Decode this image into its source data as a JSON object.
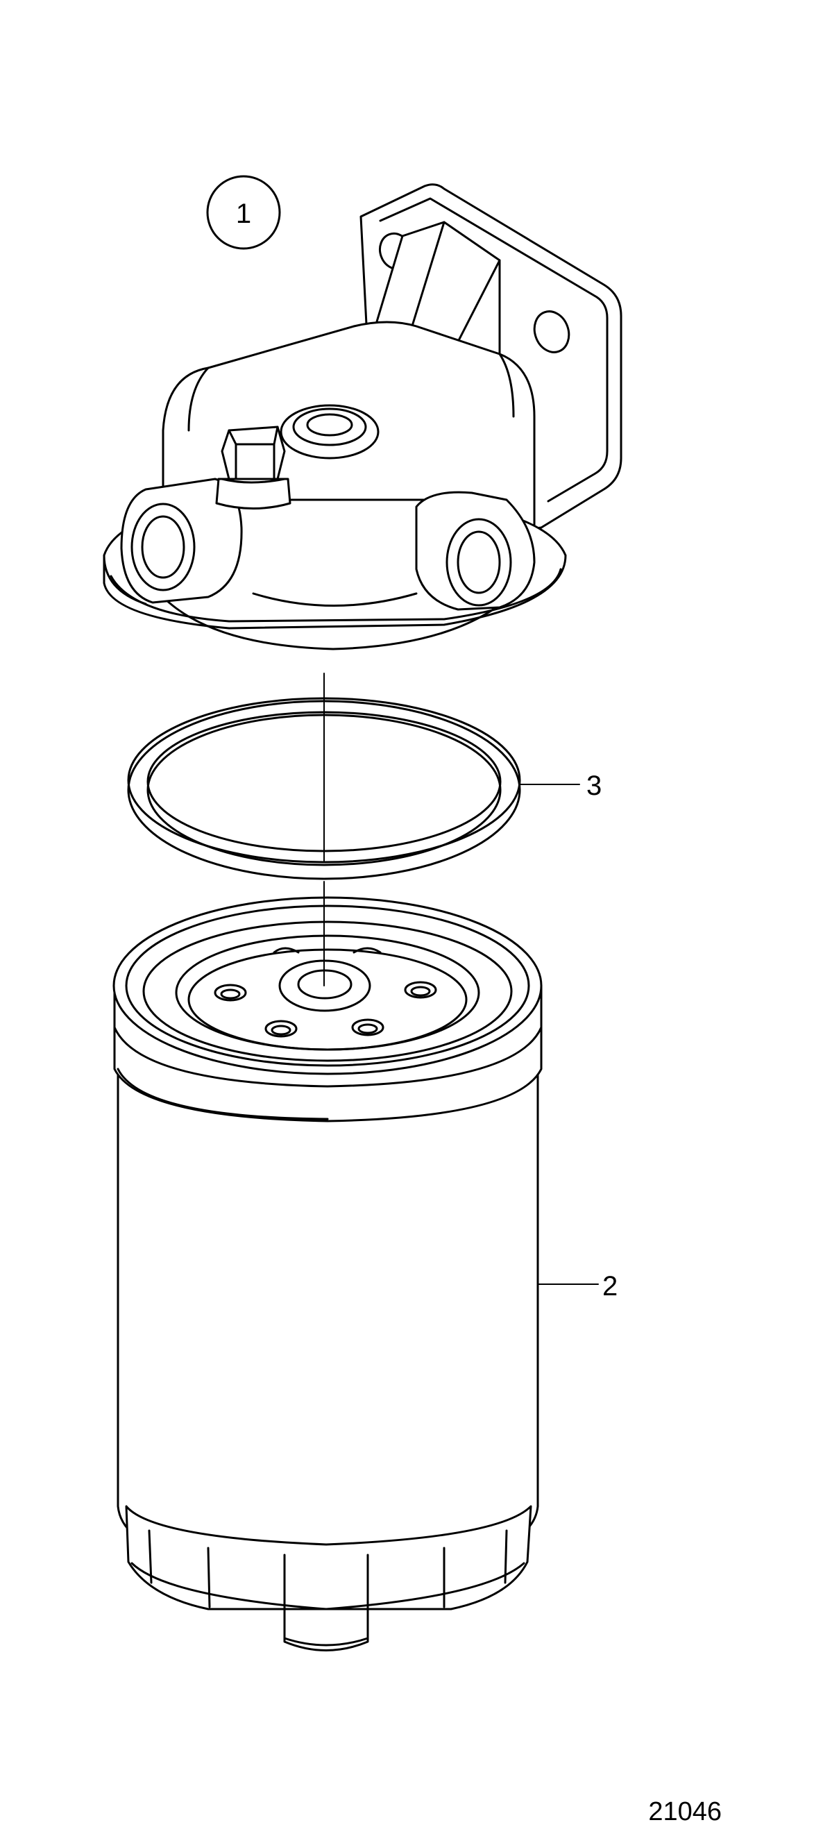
{
  "callouts": {
    "part_1": "1",
    "part_2": "2",
    "part_3": "3"
  },
  "figure_number": "21046",
  "icons": [
    "fuel-filter-housing",
    "filter-cartridge",
    "sealing-ring"
  ]
}
